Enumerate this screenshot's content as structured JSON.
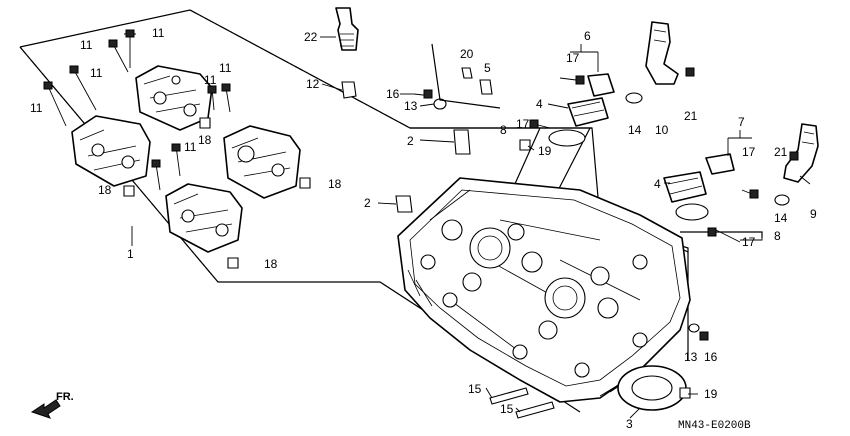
{
  "diagram": {
    "part_code": "MN43-E0200B",
    "front_label": "FR.",
    "callouts": {
      "c1": "1",
      "c2a": "2",
      "c2b": "2",
      "c3": "3",
      "c4a": "4",
      "c4b": "4",
      "c5": "5",
      "c6": "6",
      "c7": "7",
      "c8a": "8",
      "c8b": "8",
      "c9": "9",
      "c10": "10",
      "c11a": "11",
      "c11b": "11",
      "c11c": "11",
      "c11d": "11",
      "c11e": "11",
      "c11f": "11",
      "c11g": "11",
      "c12": "12",
      "c13a": "13",
      "c13b": "13",
      "c14a": "14",
      "c14b": "14",
      "c15a": "15",
      "c15b": "15",
      "c16a": "16",
      "c16b": "16",
      "c17a": "17",
      "c17b": "17",
      "c17c": "17",
      "c17d": "17",
      "c18a": "18",
      "c18b": "18",
      "c18c": "18",
      "c18d": "18",
      "c19a": "19",
      "c19b": "19",
      "c20": "20",
      "c21a": "21",
      "c21b": "21",
      "c22": "22"
    }
  }
}
